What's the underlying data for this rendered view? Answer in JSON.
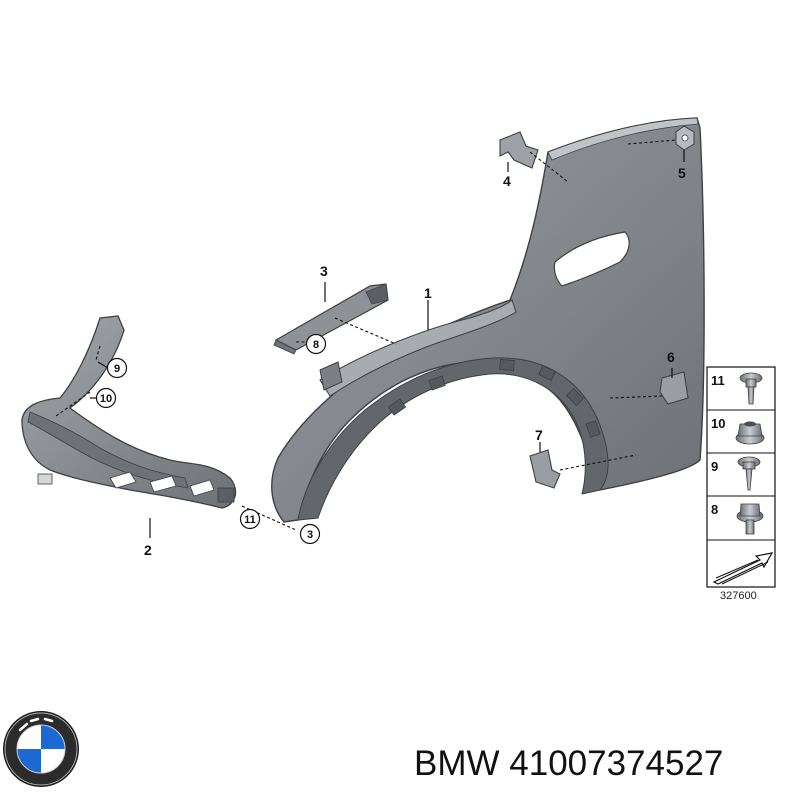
{
  "callouts": {
    "c1": "1",
    "c2": "2",
    "c3": "3",
    "c4": "4",
    "c5": "5",
    "c6": "6",
    "c7": "7",
    "c8": "8",
    "c9": "9",
    "c10": "10",
    "c11": "11",
    "c3b": "3"
  },
  "legend": {
    "items": [
      {
        "number": "11",
        "icon": "flange-bolt-icon"
      },
      {
        "number": "10",
        "icon": "hex-nut-icon"
      },
      {
        "number": "9",
        "icon": "screw-icon"
      },
      {
        "number": "8",
        "icon": "collar-nut-icon"
      }
    ],
    "arrow_icon": "direction-arrow-icon"
  },
  "reference_number": "327600",
  "brand": {
    "logo_icon": "bmw-roundel-icon",
    "logo_lettering": "BMW",
    "caption": "BMW 41007374527"
  },
  "colors": {
    "panel": "#8a8e94",
    "panel_dark": "#5b5f64",
    "panel_light": "#b4b8bd",
    "line": "#111111"
  }
}
